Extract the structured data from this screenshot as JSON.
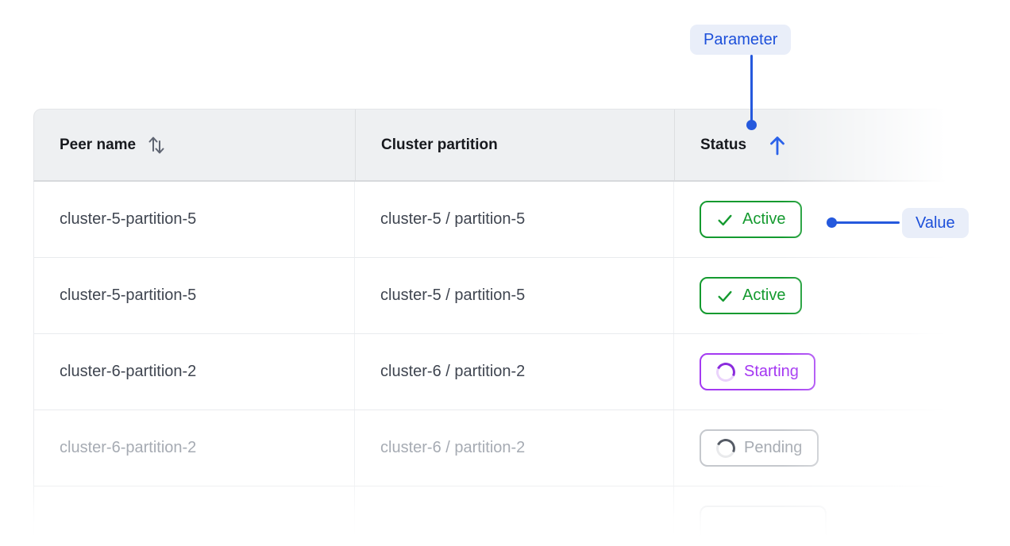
{
  "annotations": {
    "parameter": {
      "label": "Parameter"
    },
    "value": {
      "label": "Value"
    }
  },
  "colors": {
    "accent_blue": "#2559dd",
    "annotation_pill_bg": "#e9eef9",
    "annotation_text_blue": "#1d50da",
    "active_green": "#149a2f",
    "starting_purple": "#a43af2",
    "pending_gray": "#a6abb2",
    "header_bg": "#eef0f2",
    "body_text": "#3f4550",
    "muted_text": "#a6abb3"
  },
  "table": {
    "columns": [
      {
        "label": "Peer name",
        "sort": "unsorted"
      },
      {
        "label": "Cluster partition",
        "sort": "none"
      },
      {
        "label": "Status",
        "sort": "ascending"
      }
    ],
    "rows": [
      {
        "peer_name": "cluster-5-partition-5",
        "cluster_partition": "cluster-5 / partition-5",
        "status": "Active",
        "status_kind": "active"
      },
      {
        "peer_name": "cluster-5-partition-5",
        "cluster_partition": "cluster-5 / partition-5",
        "status": "Active",
        "status_kind": "active"
      },
      {
        "peer_name": "cluster-6-partition-2",
        "cluster_partition": "cluster-6 / partition-2",
        "status": "Starting",
        "status_kind": "starting"
      },
      {
        "peer_name": "cluster-6-partition-2",
        "cluster_partition": "cluster-6 / partition-2",
        "status": "Pending",
        "status_kind": "pending"
      },
      {
        "peer_name": "",
        "cluster_partition": "",
        "status": "",
        "status_kind": "ghost"
      }
    ]
  }
}
